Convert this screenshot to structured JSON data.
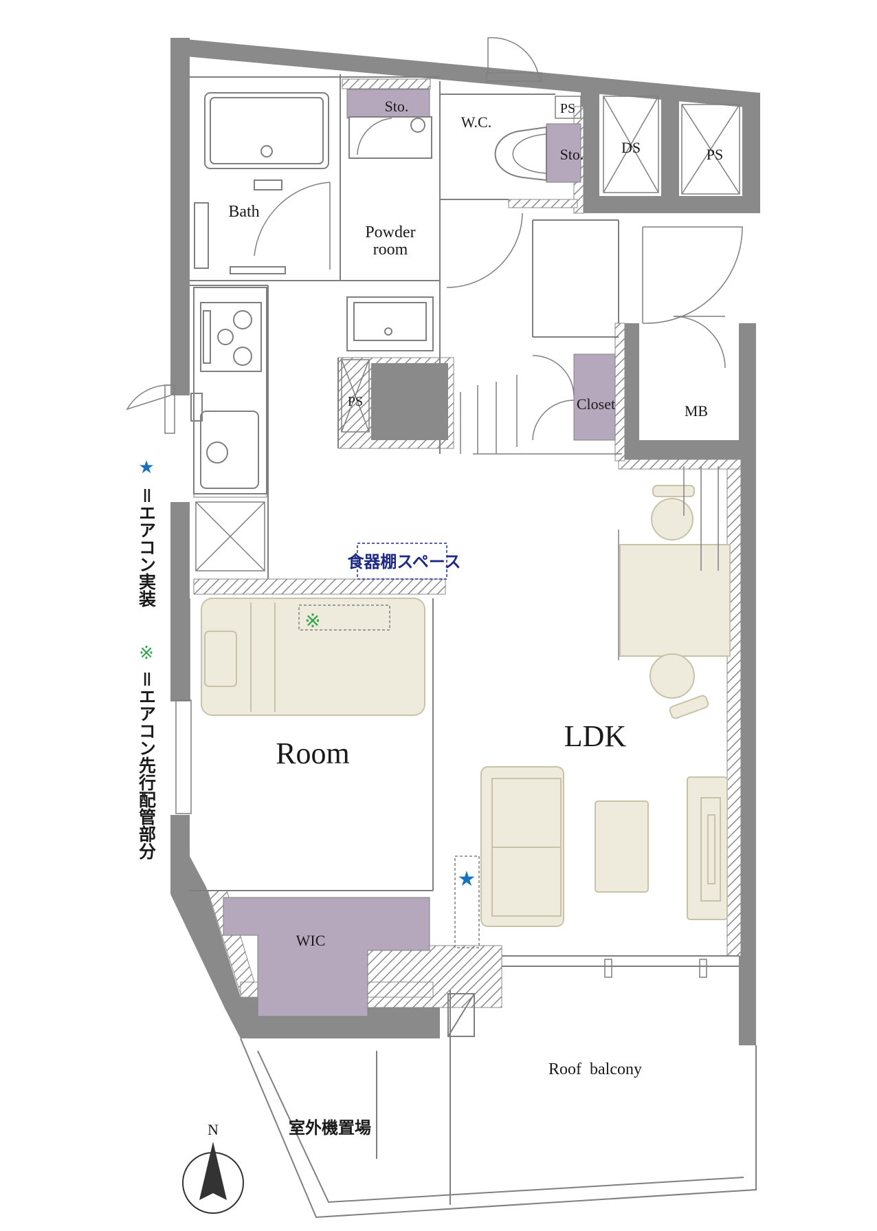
{
  "rooms": {
    "bath": "Bath",
    "storage_top": "Sto.",
    "wc": "W.C.",
    "ps_small": "PS",
    "storage_wc": "Sto.",
    "ds": "DS",
    "ps_right": "PS",
    "powder_line1": "Powder",
    "powder_line2": "room",
    "ps_kitchen": "PS",
    "closet": "Closet",
    "mb": "MB",
    "room": "Room",
    "ldk": "LDK",
    "wic": "WIC",
    "roof_balcony": "Roof  balcony",
    "outdoor_unit": "室外機置場",
    "cupboard_space": "食器棚スペース"
  },
  "legend": {
    "star_symbol": "★",
    "star_text": "＝エアコン実装",
    "kome_symbol": "※",
    "kome_text": "＝エアコン先行配管部分"
  },
  "compass": {
    "north": "N"
  },
  "markers": {
    "ac_star": "★",
    "ac_kome": "※"
  },
  "colors": {
    "wall": "#8a8a8a",
    "storage": "#b5a8bc",
    "furniture": "#eeeadc",
    "furniture_stroke": "#c8c2a8",
    "line": "#7f7f7f",
    "navy": "#1d2b86",
    "blue": "#1770c0",
    "green": "#2fa84f"
  }
}
